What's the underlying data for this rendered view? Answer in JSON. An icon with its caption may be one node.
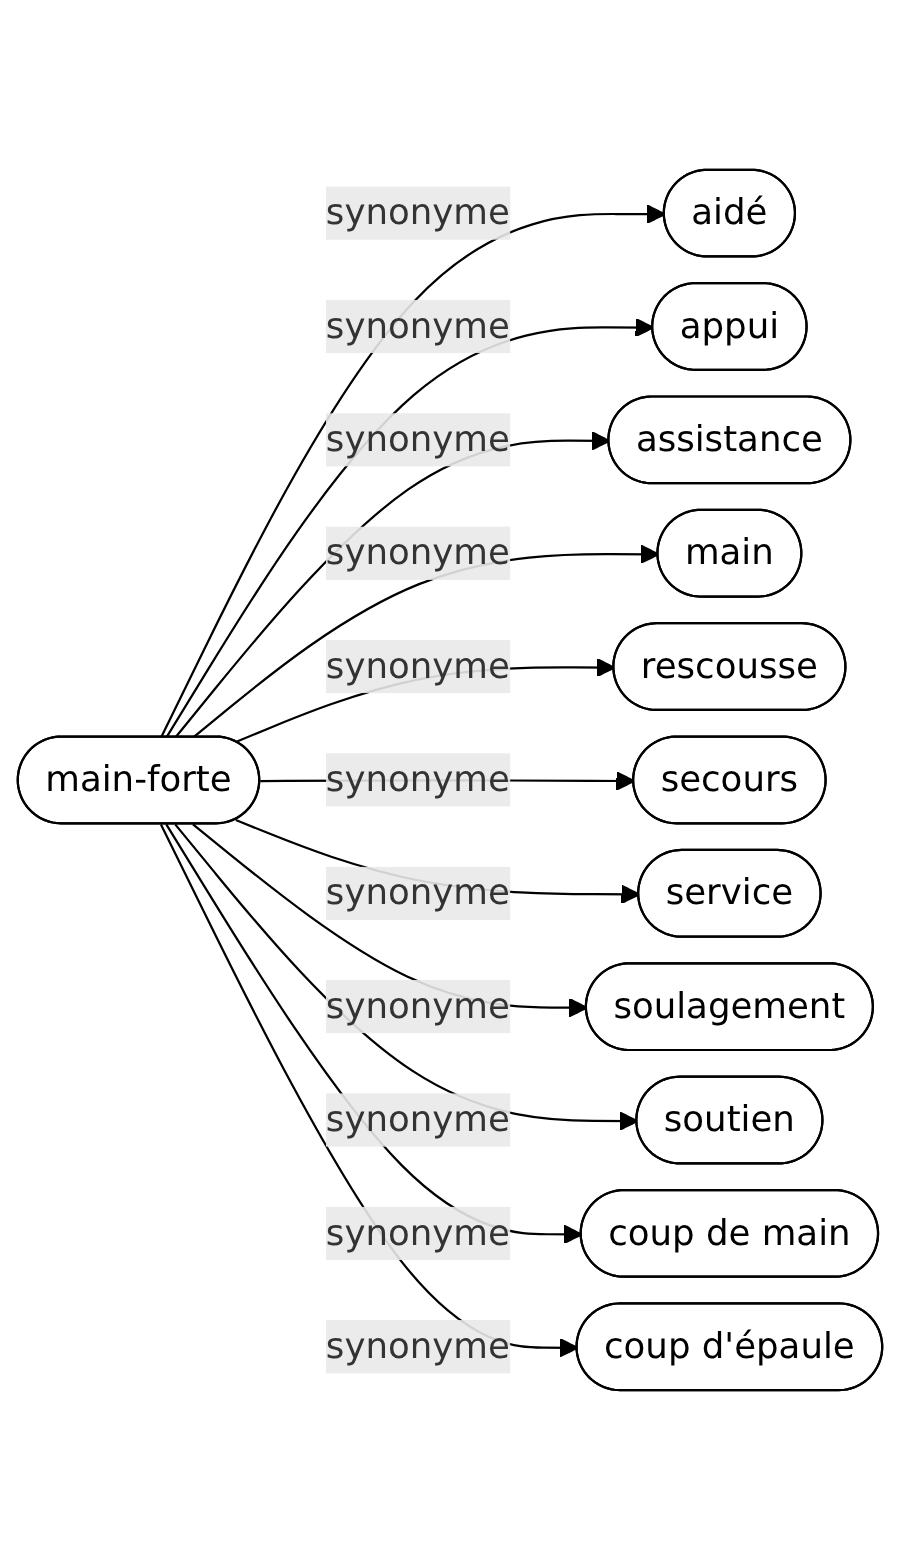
{
  "diagram": {
    "nodes": [
      {
        "text": [
          "main-forte"
        ]
      },
      {
        "text": [
          "aidé"
        ]
      },
      {
        "text": [
          "appui"
        ]
      },
      {
        "text": [
          "assistance"
        ]
      },
      {
        "text": [
          "main"
        ]
      },
      {
        "text": [
          "rescousse"
        ]
      },
      {
        "text": [
          "secours"
        ]
      },
      {
        "text": [
          "service"
        ]
      },
      {
        "text": [
          "soulagement"
        ]
      },
      {
        "text": [
          "soutien"
        ]
      },
      {
        "text": [
          "coup de main"
        ]
      },
      {
        "text": [
          "coup d'épaule"
        ]
      }
    ],
    "edges": [
      {
        "from": 0,
        "to": 1,
        "arrow": "to",
        "label": "synonyme"
      },
      {
        "from": 0,
        "to": 2,
        "arrow": "to",
        "label": "synonyme"
      },
      {
        "from": 0,
        "to": 3,
        "arrow": "to",
        "label": "synonyme"
      },
      {
        "from": 0,
        "to": 4,
        "arrow": "to",
        "label": "synonyme"
      },
      {
        "from": 0,
        "to": 5,
        "arrow": "to",
        "label": "synonyme"
      },
      {
        "from": 0,
        "to": 6,
        "arrow": "to",
        "label": "synonyme"
      },
      {
        "from": 0,
        "to": 7,
        "arrow": "to",
        "label": "synonyme"
      },
      {
        "from": 0,
        "to": 8,
        "arrow": "to",
        "label": "synonyme"
      },
      {
        "from": 0,
        "to": 9,
        "arrow": "to",
        "label": "synonyme"
      },
      {
        "from": 0,
        "to": 10,
        "arrow": "to",
        "label": "synonyme"
      },
      {
        "from": 0,
        "to": 11,
        "arrow": "to",
        "label": "synonyme"
      }
    ]
  }
}
